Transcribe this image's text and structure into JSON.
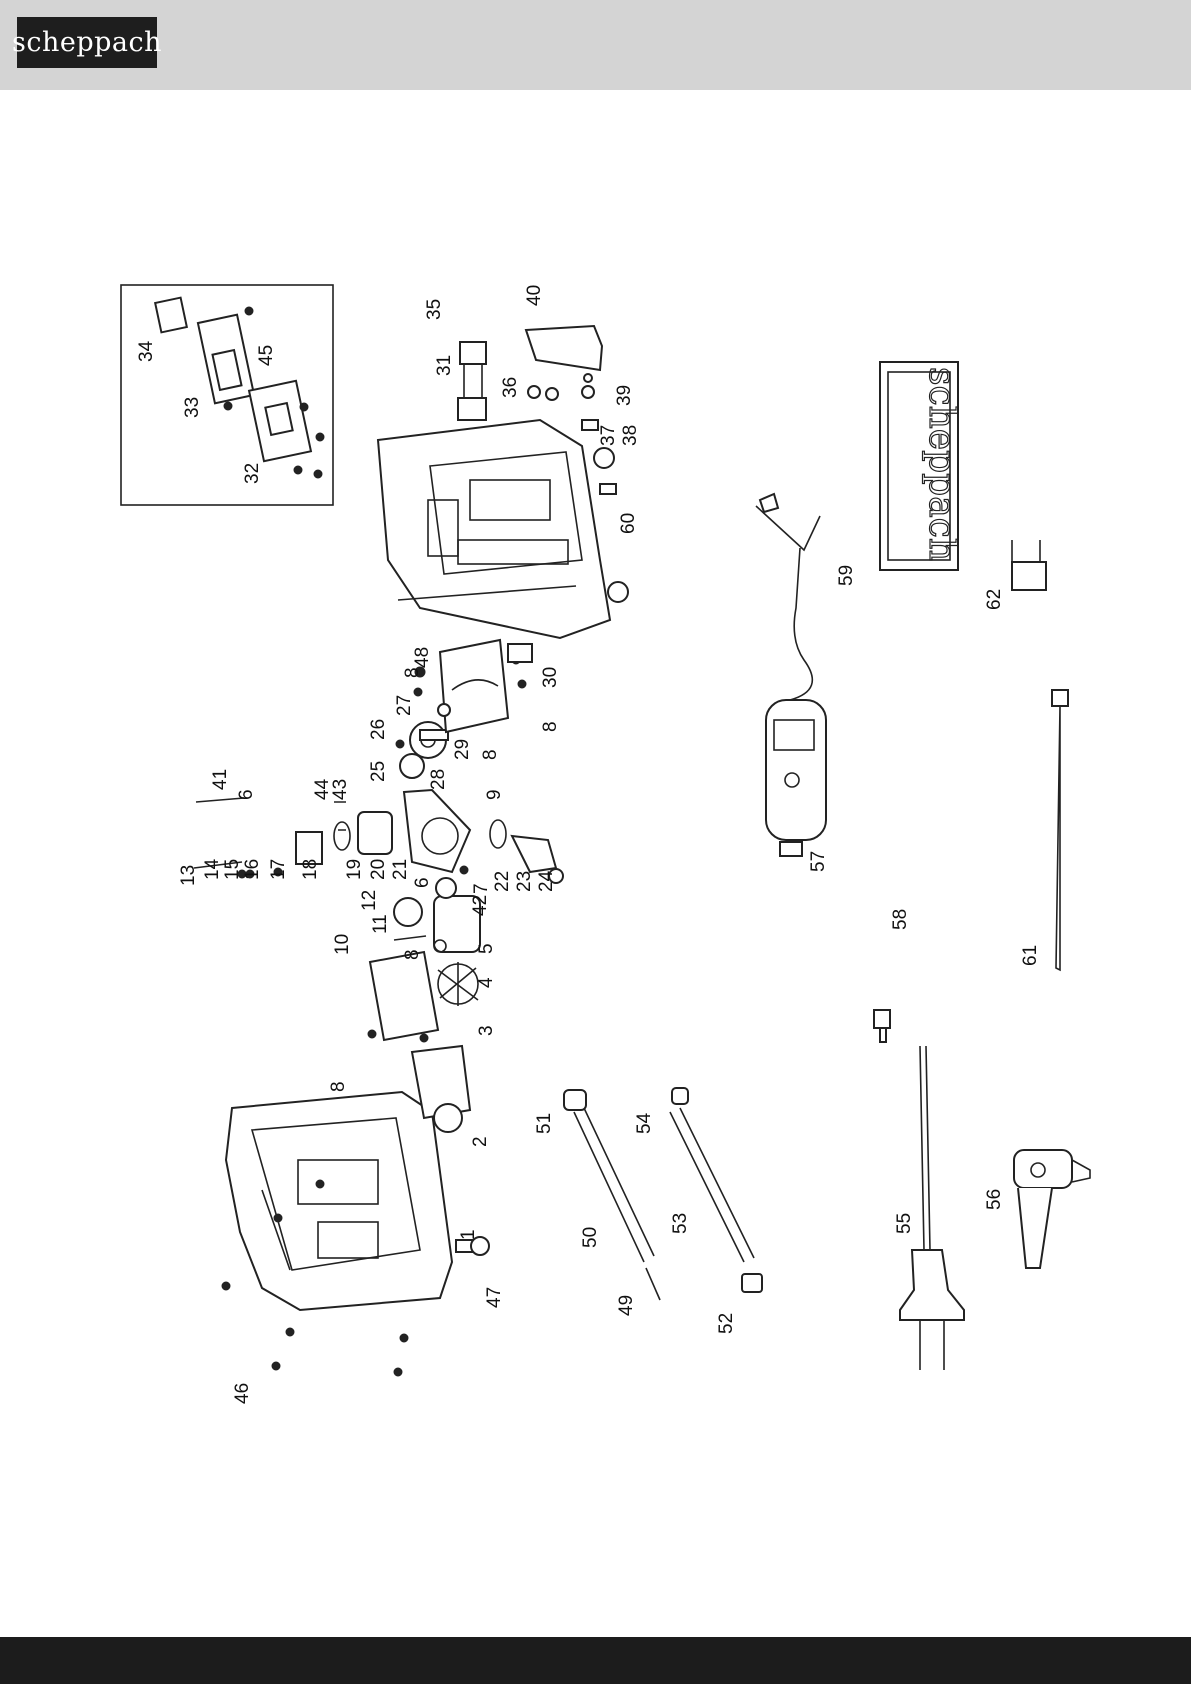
{
  "brand": "scheppach",
  "badge_text": "scheppach",
  "callouts": [
    "1",
    "2",
    "3",
    "4",
    "5",
    "6",
    "6",
    "7",
    "8",
    "8",
    "8",
    "8",
    "8",
    "9",
    "10",
    "11",
    "12",
    "13",
    "14",
    "15",
    "16",
    "17",
    "18",
    "19",
    "20",
    "21",
    "22",
    "23",
    "24",
    "25",
    "26",
    "27",
    "28",
    "29",
    "30",
    "31",
    "32",
    "33",
    "34",
    "35",
    "36",
    "37",
    "38",
    "39",
    "40",
    "41",
    "42",
    "43",
    "44",
    "45",
    "46",
    "47",
    "48",
    "49",
    "50",
    "51",
    "52",
    "53",
    "54",
    "55",
    "56",
    "57",
    "58",
    "59",
    "60",
    "61",
    "62"
  ]
}
